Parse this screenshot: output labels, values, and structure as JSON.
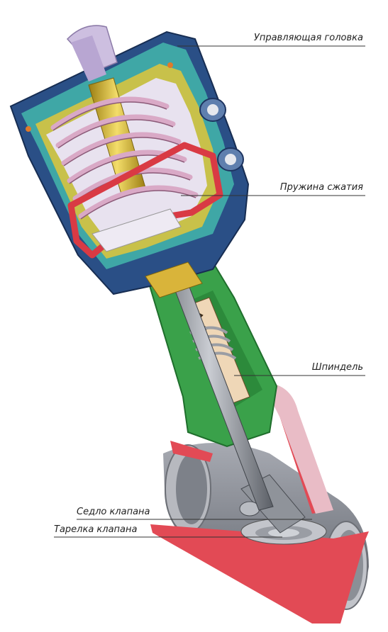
{
  "labels": {
    "control_head": "Управляющая головка",
    "spring": "Пружина сжатия",
    "spindle": "Шпиндель",
    "valve_seat": "Седло клапана",
    "valve_disc": "Тарелка клапана"
  },
  "colors": {
    "head_blue": "#2a4f86",
    "head_cyan": "#3fa7a6",
    "yellow_green": "#c8c14a",
    "spring_pink": "#d9a9c6",
    "piston_red": "#d93a44",
    "stem_gray": "#8a8f98",
    "gland_green": "#3aa14a",
    "body_red": "#e24a55",
    "body_gray": "#8d9098",
    "gold": "#d9b43a",
    "cap_lilac": "#cdbfe0"
  }
}
